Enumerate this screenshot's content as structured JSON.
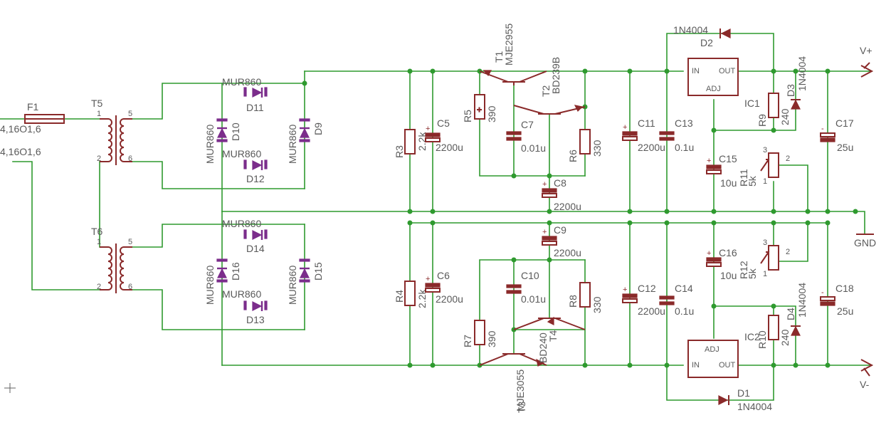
{
  "fuse": {
    "ref": "F1",
    "net_top": "4,16O1,6",
    "net_bottom": "4,16O1,6"
  },
  "transformers": [
    {
      "ref": "T5",
      "pins": [
        "1",
        "5",
        "2",
        "6"
      ]
    },
    {
      "ref": "T6",
      "pins": [
        "1",
        "5",
        "2",
        "6"
      ]
    }
  ],
  "diodes": {
    "d9": {
      "ref": "D9",
      "value": "MUR860"
    },
    "d10": {
      "ref": "D10",
      "value": "MUR860"
    },
    "d11": {
      "ref": "D11",
      "value": "MUR860"
    },
    "d12": {
      "ref": "D12",
      "value": "MUR860"
    },
    "d13": {
      "ref": "D13",
      "value": "MUR860"
    },
    "d14": {
      "ref": "D14",
      "value": "MUR860"
    },
    "d15": {
      "ref": "D15",
      "value": "MUR860"
    },
    "d16": {
      "ref": "D16",
      "value": "MUR860"
    },
    "d1": {
      "ref": "D1",
      "value": "1N4004"
    },
    "d2": {
      "ref": "D2",
      "value": "1N4004"
    },
    "d3": {
      "ref": "D3",
      "value": "1N4004"
    },
    "d4": {
      "ref": "D4",
      "value": "1N4004"
    }
  },
  "resistors": {
    "r3": {
      "ref": "R3",
      "value": "2.2k"
    },
    "r4": {
      "ref": "R4",
      "value": "2.2k"
    },
    "r5": {
      "ref": "R5",
      "value": "390"
    },
    "r6": {
      "ref": "R6",
      "value": "330"
    },
    "r7": {
      "ref": "R7",
      "value": "390"
    },
    "r8": {
      "ref": "R8",
      "value": "330"
    },
    "r9": {
      "ref": "R9",
      "value": "240"
    },
    "r10": {
      "ref": "R10",
      "value": "240"
    },
    "r11": {
      "ref": "R11",
      "value": "5k"
    },
    "r12": {
      "ref": "R12",
      "value": "5k"
    }
  },
  "capacitors": {
    "c5": {
      "ref": "C5",
      "value": "2200u"
    },
    "c6": {
      "ref": "C6",
      "value": "2200u"
    },
    "c7": {
      "ref": "C7",
      "value": "0.01u"
    },
    "c8": {
      "ref": "C8",
      "value": "2200u"
    },
    "c9": {
      "ref": "C9",
      "value": "2200u"
    },
    "c10": {
      "ref": "C10",
      "value": "0.01u"
    },
    "c11": {
      "ref": "C11",
      "value": "2200u"
    },
    "c12": {
      "ref": "C12",
      "value": "2200u"
    },
    "c13": {
      "ref": "C13",
      "value": "0.1u"
    },
    "c14": {
      "ref": "C14",
      "value": "0.1u"
    },
    "c15": {
      "ref": "C15",
      "value": "10u"
    },
    "c16": {
      "ref": "C16",
      "value": "10u"
    },
    "c17": {
      "ref": "C17",
      "value": "25u"
    },
    "c18": {
      "ref": "C18",
      "value": "25u"
    }
  },
  "transistors": {
    "t1": {
      "ref": "T1",
      "value": "MJE2955"
    },
    "t2": {
      "ref": "T2",
      "value": "BD239B"
    },
    "t3": {
      "ref": "T3",
      "value": "MJE3055"
    },
    "t4": {
      "ref": "T4",
      "value": "BD240"
    }
  },
  "regulators": {
    "ic1": {
      "ref": "IC1",
      "in": "IN",
      "out": "OUT",
      "adj": "ADJ"
    },
    "ic2": {
      "ref": "IC2",
      "in": "IN",
      "out": "OUT",
      "adj": "ADJ"
    }
  },
  "pot_pins": {
    "p1": "1",
    "p2": "2",
    "p3": "3"
  },
  "supplies": {
    "vplus": "V+",
    "vminus": "V-",
    "gnd": "GND"
  },
  "colors": {
    "wire": "#2f9a2f",
    "part": "#8a2a2a",
    "diode": "#7b2d8b",
    "text": "#5a5a5a",
    "background": "#ffffff"
  }
}
